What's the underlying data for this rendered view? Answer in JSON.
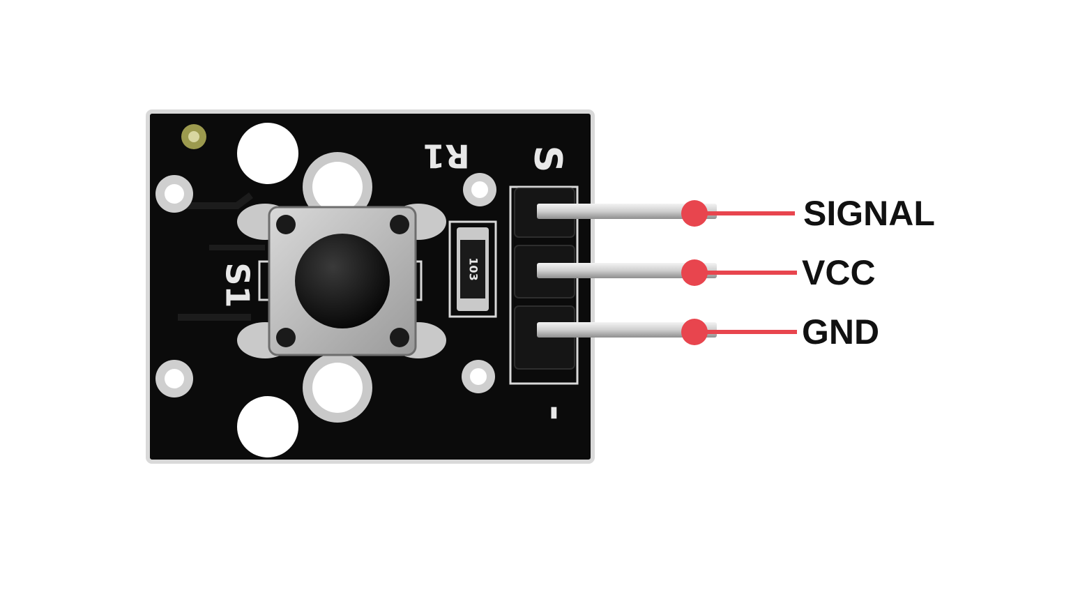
{
  "pinout": {
    "pins": [
      {
        "label": "SIGNAL",
        "board_marking": "S"
      },
      {
        "label": "VCC",
        "board_marking": ""
      },
      {
        "label": "GND",
        "board_marking": "-"
      }
    ]
  },
  "board": {
    "resistor_name": "R1",
    "resistor_code": "103",
    "switch_name": "S1"
  },
  "colors": {
    "pcb": "#0b0b0b",
    "pcb_edge": "#d9d9d9",
    "pad": "#c9c9c9",
    "switch_body": "#b9b9b9",
    "pin_metal": "#d8d8d8",
    "header": "#151515",
    "callout": "#e8454e",
    "label_text": "#111111"
  }
}
